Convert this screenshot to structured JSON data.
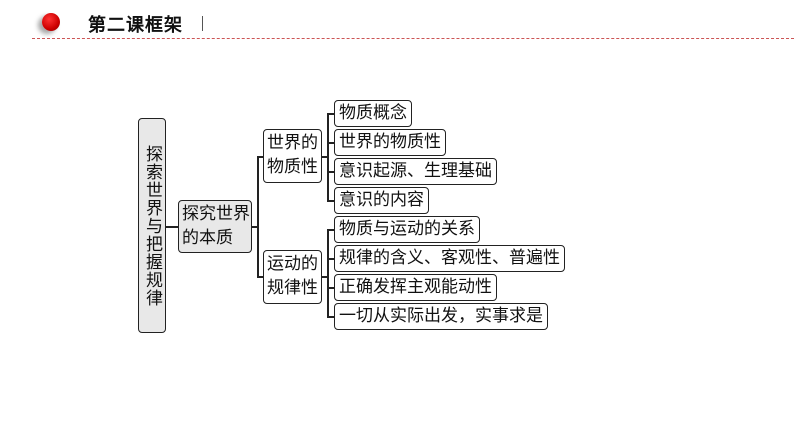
{
  "header": {
    "title": "第二课框架"
  },
  "map": {
    "root": "探索世界与把握规律",
    "level1": "探究世界的本质",
    "branches": [
      {
        "label_line1": "世界的",
        "label_line2": "物质性",
        "items": [
          "物质概念",
          "世界的物质性",
          "意识起源、生理基础",
          "意识的内容"
        ]
      },
      {
        "label_line1": "运动的",
        "label_line2": "规律性",
        "items": [
          "物质与运动的关系",
          "规律的含义、客观性、普遍性",
          "正确发挥主观能动性",
          "一切从实际出发，实事求是"
        ]
      }
    ]
  }
}
